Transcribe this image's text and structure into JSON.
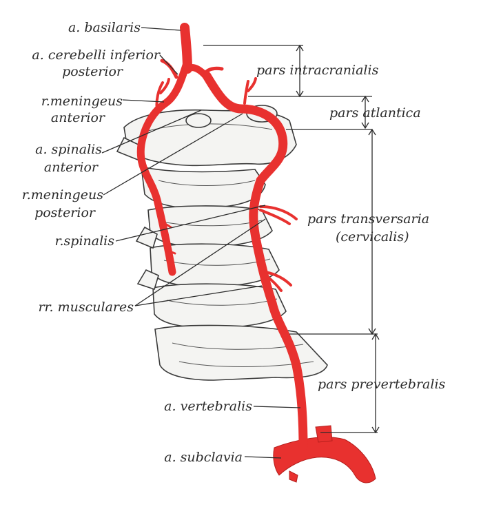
{
  "labels": {
    "basilaris": "a. basilaris",
    "cerebelli_line1": "a. cerebelli inferior",
    "cerebelli_line2": "posterior",
    "men_ant_line1": "r.meningeus",
    "men_ant_line2": "anterior",
    "spinalis_ant_line1": "a. spinalis",
    "spinalis_ant_line2": "anterior",
    "men_post_line1": "r.meningeus",
    "men_post_line2": "posterior",
    "r_spinalis": "r.spinalis",
    "musculares": "rr. musculares",
    "vertebralis": "a. vertebralis",
    "subclavia": "a. subclavia"
  },
  "segments": {
    "intracranialis": "pars intracranialis",
    "atlantica": "pars atlantica",
    "transversaria_line1": "pars transversaria",
    "transversaria_line2": "(cervicalis)",
    "prevertebralis": "pars prevertebralis"
  },
  "colors": {
    "artery": "#e8312f",
    "bone": "#f4f4f2",
    "ink": "#2b2b2b"
  }
}
